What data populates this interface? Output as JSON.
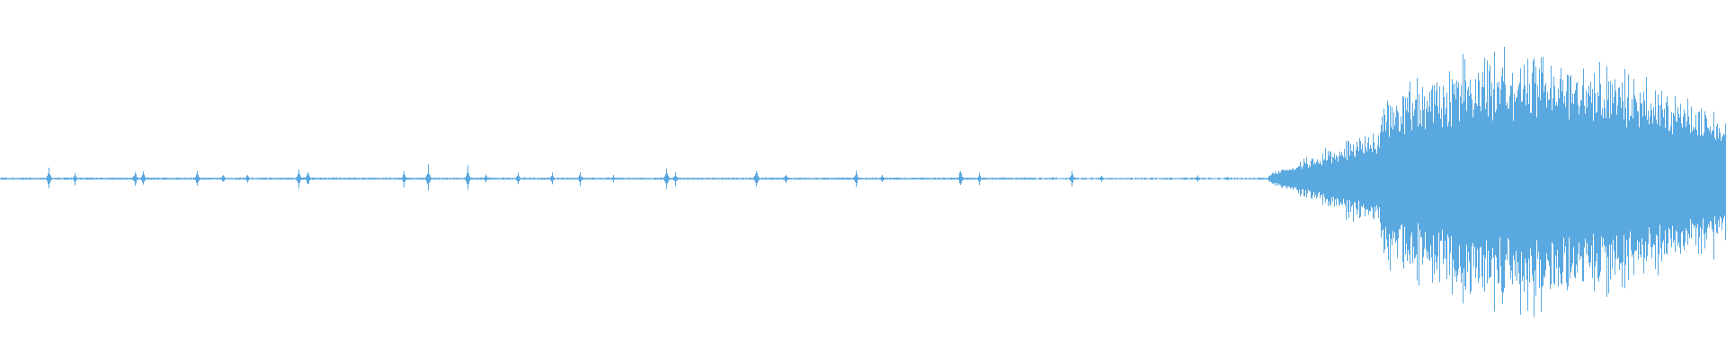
{
  "waveform": {
    "color": "#5aa8e0",
    "background": "#ffffff",
    "description_kind": "audio-amplitude-waveform",
    "channels": 1,
    "quiet_transients": [
      {
        "t": 0.028,
        "a": 0.09
      },
      {
        "t": 0.043,
        "a": 0.05
      },
      {
        "t": 0.078,
        "a": 0.07
      },
      {
        "t": 0.083,
        "a": 0.06
      },
      {
        "t": 0.114,
        "a": 0.08
      },
      {
        "t": 0.129,
        "a": 0.04
      },
      {
        "t": 0.143,
        "a": 0.04
      },
      {
        "t": 0.173,
        "a": 0.08
      },
      {
        "t": 0.178,
        "a": 0.07
      },
      {
        "t": 0.234,
        "a": 0.06
      },
      {
        "t": 0.248,
        "a": 0.1
      },
      {
        "t": 0.271,
        "a": 0.09
      },
      {
        "t": 0.281,
        "a": 0.04
      },
      {
        "t": 0.3,
        "a": 0.05
      },
      {
        "t": 0.32,
        "a": 0.05
      },
      {
        "t": 0.336,
        "a": 0.06
      },
      {
        "t": 0.355,
        "a": 0.03
      },
      {
        "t": 0.386,
        "a": 0.09
      },
      {
        "t": 0.391,
        "a": 0.06
      },
      {
        "t": 0.438,
        "a": 0.09
      },
      {
        "t": 0.455,
        "a": 0.04
      },
      {
        "t": 0.496,
        "a": 0.07
      },
      {
        "t": 0.511,
        "a": 0.04
      },
      {
        "t": 0.556,
        "a": 0.08
      },
      {
        "t": 0.567,
        "a": 0.05
      },
      {
        "t": 0.621,
        "a": 0.07
      },
      {
        "t": 0.638,
        "a": 0.03
      },
      {
        "t": 0.694,
        "a": 0.03
      },
      {
        "t": 0.711,
        "a": 0.02
      }
    ],
    "loud_section": {
      "start": 0.735,
      "ramp_end": 0.8,
      "peak": 0.885,
      "end": 1.0,
      "max_amplitude": 0.95
    }
  }
}
